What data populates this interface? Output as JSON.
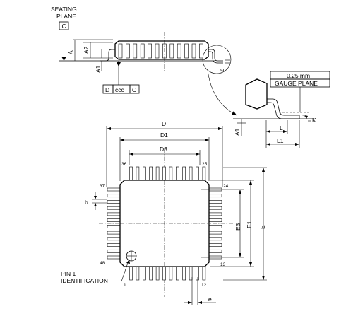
{
  "labels": {
    "seating_plane_1": "SEATING",
    "seating_plane_2": "PLANE",
    "datum_c": "C",
    "dim_a": "A",
    "dim_a2": "A2",
    "dim_a1": "A1",
    "dim_c": "c",
    "fcf_symbol": "D",
    "fcf_tolerance": "ccc",
    "fcf_datum": "C",
    "gauge_value": "0.25 mm",
    "gauge_plane": "GAUGE PLANE",
    "dim_k": "K",
    "dim_a1_detail": "A1",
    "dim_l": "L",
    "dim_l1": "L1",
    "dim_d": "D",
    "dim_d1": "D1",
    "dim_d3": "D3",
    "dim_e3": "E3",
    "dim_e1": "E1",
    "dim_e": "E",
    "dim_b": "b",
    "dim_pitch": "e",
    "pin_36": "36",
    "pin_25": "25",
    "pin_37": "37",
    "pin_24": "24",
    "pin_48": "48",
    "pin_13": "13",
    "pin_1": "1",
    "pin_12": "12",
    "pin1_id_1": "PIN 1",
    "pin1_id_2": "IDENTIFICATION"
  },
  "package": {
    "pins_per_side": 12
  }
}
